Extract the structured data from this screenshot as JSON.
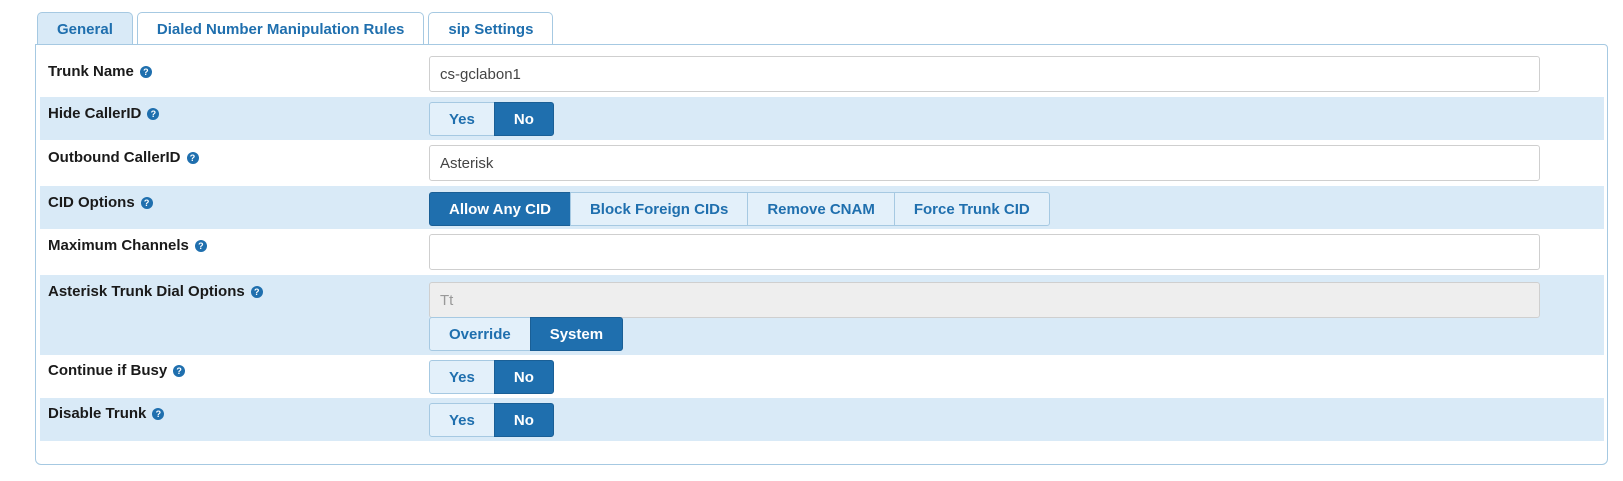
{
  "tabs": [
    {
      "label": "General",
      "active": true
    },
    {
      "label": "Dialed Number Manipulation Rules",
      "active": false
    },
    {
      "label": "sip Settings",
      "active": false
    }
  ],
  "help_glyph": "?",
  "fields": {
    "trunk_name": {
      "label": "Trunk Name",
      "value": "cs-gclabon1"
    },
    "hide_callerid": {
      "label": "Hide CallerID",
      "options": [
        "Yes",
        "No"
      ],
      "selected": "No"
    },
    "outbound_callerid": {
      "label": "Outbound CallerID",
      "value": "Asterisk"
    },
    "cid_options": {
      "label": "CID Options",
      "options": [
        "Allow Any CID",
        "Block Foreign CIDs",
        "Remove CNAM",
        "Force Trunk CID"
      ],
      "selected": "Allow Any CID"
    },
    "max_channels": {
      "label": "Maximum Channels",
      "value": ""
    },
    "dial_options": {
      "label": "Asterisk Trunk Dial Options",
      "value": "Tt",
      "mode_options": [
        "Override",
        "System"
      ],
      "selected": "System"
    },
    "continue_busy": {
      "label": "Continue if Busy",
      "options": [
        "Yes",
        "No"
      ],
      "selected": "No"
    },
    "disable_trunk": {
      "label": "Disable Trunk",
      "options": [
        "Yes",
        "No"
      ],
      "selected": "No"
    }
  },
  "colors": {
    "accent": "#1f6fae",
    "row_shade": "#d9eaf7",
    "border": "#a6c9e2"
  }
}
